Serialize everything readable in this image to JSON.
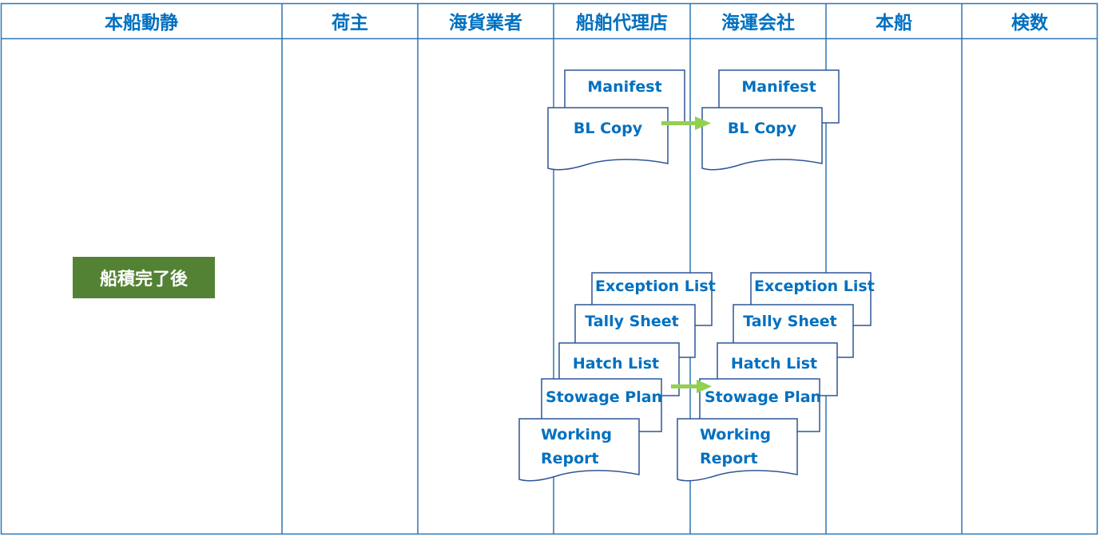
{
  "lanes": [
    {
      "id": "vessel_status",
      "label": "本船動静"
    },
    {
      "id": "shipper",
      "label": "荷主"
    },
    {
      "id": "forwarder",
      "label": "海貨業者"
    },
    {
      "id": "ship_agent",
      "label": "船舶代理店"
    },
    {
      "id": "shipping_company",
      "label": "海運会社"
    },
    {
      "id": "vessel",
      "label": "本船"
    },
    {
      "id": "tally",
      "label": "検数"
    }
  ],
  "stage_label": "船積完了後",
  "documents": {
    "manifest": "Manifest",
    "bl_copy": "BL Copy",
    "exception_list": "Exception  List",
    "tally_sheet": "Tally Sheet",
    "hatch_list": "Hatch List",
    "stowage_plan": "Stowage Plan",
    "working_report_1": "Working",
    "working_report_2": "Report"
  },
  "colors": {
    "lane_border": "#2E75B6",
    "header_text": "#0070C0",
    "doc_border": "#2F5597",
    "doc_text": "#0070C0",
    "arrow": "#92D050",
    "badge_bg": "#548235",
    "badge_text": "#FFFFFF"
  }
}
